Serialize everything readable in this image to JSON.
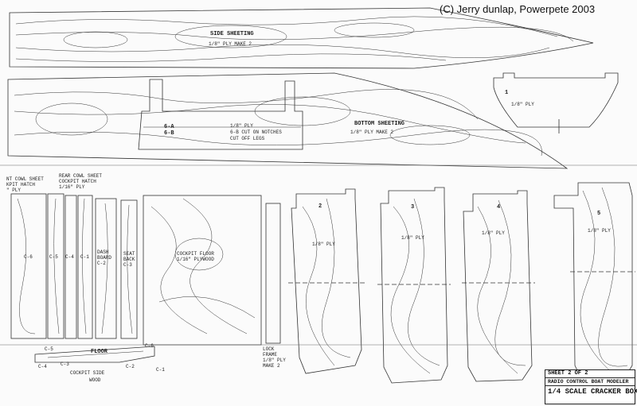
{
  "copyright": "(C) Jerry dunlap, Powerpete 2003",
  "parts": {
    "side_sheeting_title": "SIDE SHEETING",
    "side_sheeting_note": "1/8\" PLY MAKE 2",
    "bottom_sheeting_title": "BOTTOM SHEETING",
    "bottom_sheeting_note": "1/8\" PLY MAKE 2",
    "b6a": "6-A",
    "b6b": "6-B",
    "notch_note_1": "1/8\" PLY",
    "notch_note_2": "6-B CUT ON NOTCHES",
    "notch_note_3": "CUT OFF LEGS",
    "b1": "1",
    "b1_ply": "1/8\" PLY",
    "front_cowl_1": "NT COWL SHEET",
    "front_cowl_2": "KPIT HATCH",
    "front_cowl_3": "\" PLY",
    "rear_cowl_1": "REAR COWL SHEET",
    "rear_cowl_2": "COCKPIT HATCH",
    "rear_cowl_3": "1/16\" PLY",
    "c6": "C-6",
    "c5": "C-5",
    "c4": "C-4",
    "c1": "C-1",
    "dash_1": "DASH",
    "dash_2": "BOARD",
    "dash_3": "C-2",
    "seat_1": "SEAT",
    "seat_2": "BACK",
    "seat_3": "C-3",
    "cockpit_floor_1": "COCKPIT FLOOR",
    "cockpit_floor_2": "1/16\" PLYWOOD",
    "b2": "2",
    "b2_ply": "1/8\" PLY",
    "b3": "3",
    "b3_ply": "1/8\" PLY",
    "b4": "4",
    "b4_ply": "1/8\" PLY",
    "b5": "5",
    "b5_ply": "1/8\" PLY",
    "floor": "FLOOR",
    "floor_c5": "C-5",
    "floor_c6": "C-6",
    "floor_c4": "C-4",
    "floor_c3": "C-3",
    "floor_c2": "C-2",
    "floor_c1": "C-1",
    "cockpit_side_1": "COCKPIT SIDE",
    "cockpit_side_2": "WOOD",
    "frame_1": "LOCK",
    "frame_2": "FRAME",
    "frame_3": "1/8\" PLY",
    "frame_4": "MAKE 2"
  },
  "title_block": {
    "sheet": "SHEET 2 OF 2",
    "subtitle": "RADIO CONTROL BOAT MODELER",
    "title": "1/4 SCALE CRACKER BOX"
  }
}
